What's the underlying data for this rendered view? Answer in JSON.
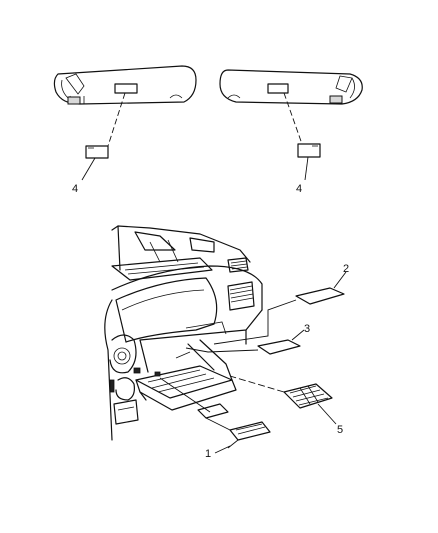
{
  "callouts": {
    "left_visor": "4",
    "right_visor": "4",
    "label_1": "1",
    "label_2": "2",
    "label_3": "3",
    "label_5": "5"
  }
}
